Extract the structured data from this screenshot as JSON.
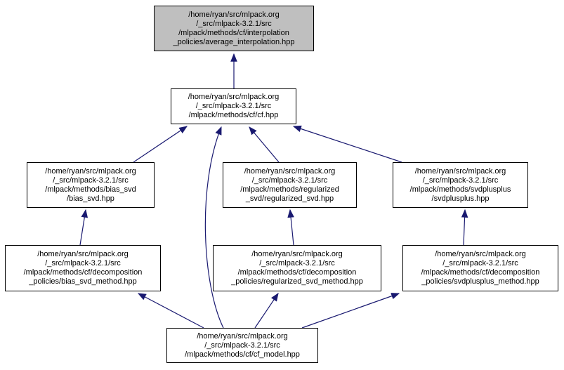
{
  "diagram": {
    "type": "include-dependency-graph",
    "colors": {
      "edge": "#191970",
      "node_border": "#000000",
      "node_fill": "#ffffff",
      "highlighted_node_fill": "#bfbfbf",
      "text": "#000000",
      "background": "#ffffff"
    },
    "nodes": {
      "average_interpolation": {
        "highlighted": true,
        "lines": {
          "0": "/home/ryan/src/mlpack.org",
          "1": "/_src/mlpack-3.2.1/src",
          "2": "/mlpack/methods/cf/interpolation",
          "3": "_policies/average_interpolation.hpp"
        }
      },
      "cf": {
        "highlighted": false,
        "lines": {
          "0": "/home/ryan/src/mlpack.org",
          "1": "/_src/mlpack-3.2.1/src",
          "2": "/mlpack/methods/cf/cf.hpp"
        }
      },
      "bias_svd": {
        "highlighted": false,
        "lines": {
          "0": "/home/ryan/src/mlpack.org",
          "1": "/_src/mlpack-3.2.1/src",
          "2": "/mlpack/methods/bias_svd",
          "3": "/bias_svd.hpp"
        }
      },
      "regularized_svd": {
        "highlighted": false,
        "lines": {
          "0": "/home/ryan/src/mlpack.org",
          "1": "/_src/mlpack-3.2.1/src",
          "2": "/mlpack/methods/regularized",
          "3": "_svd/regularized_svd.hpp"
        }
      },
      "svdplusplus": {
        "highlighted": false,
        "lines": {
          "0": "/home/ryan/src/mlpack.org",
          "1": "/_src/mlpack-3.2.1/src",
          "2": "/mlpack/methods/svdplusplus",
          "3": "/svdplusplus.hpp"
        }
      },
      "bias_svd_method": {
        "highlighted": false,
        "lines": {
          "0": "/home/ryan/src/mlpack.org",
          "1": "/_src/mlpack-3.2.1/src",
          "2": "/mlpack/methods/cf/decomposition",
          "3": "_policies/bias_svd_method.hpp"
        }
      },
      "regularized_svd_method": {
        "highlighted": false,
        "lines": {
          "0": "/home/ryan/src/mlpack.org",
          "1": "/_src/mlpack-3.2.1/src",
          "2": "/mlpack/methods/cf/decomposition",
          "3": "_policies/regularized_svd_method.hpp"
        }
      },
      "svdplusplus_method": {
        "highlighted": false,
        "lines": {
          "0": "/home/ryan/src/mlpack.org",
          "1": "/_src/mlpack-3.2.1/src",
          "2": "/mlpack/methods/cf/decomposition",
          "3": "_policies/svdplusplus_method.hpp"
        }
      },
      "cf_model": {
        "highlighted": false,
        "lines": {
          "0": "/home/ryan/src/mlpack.org",
          "1": "/_src/mlpack-3.2.1/src",
          "2": "/mlpack/methods/cf/cf_model.hpp"
        }
      }
    },
    "edges": [
      {
        "from": "cf",
        "to": "average_interpolation"
      },
      {
        "from": "bias_svd",
        "to": "cf"
      },
      {
        "from": "cf_model",
        "to": "cf"
      },
      {
        "from": "regularized_svd",
        "to": "cf"
      },
      {
        "from": "svdplusplus",
        "to": "cf"
      },
      {
        "from": "bias_svd_method",
        "to": "bias_svd"
      },
      {
        "from": "regularized_svd_method",
        "to": "regularized_svd"
      },
      {
        "from": "svdplusplus_method",
        "to": "svdplusplus"
      },
      {
        "from": "cf_model",
        "to": "bias_svd_method"
      },
      {
        "from": "cf_model",
        "to": "regularized_svd_method"
      },
      {
        "from": "cf_model",
        "to": "svdplusplus_method"
      }
    ]
  }
}
